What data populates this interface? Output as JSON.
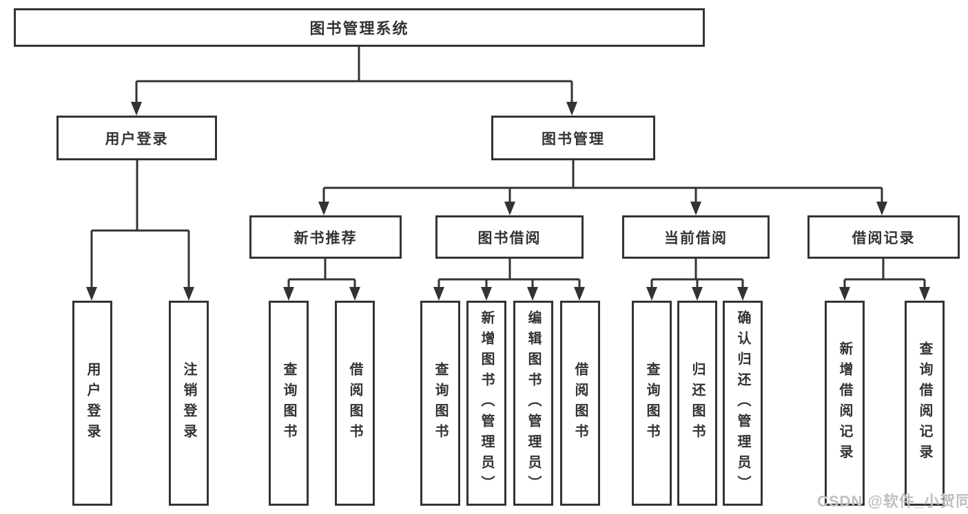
{
  "tree": {
    "label": "图书管理系统",
    "children": [
      {
        "label": "用户登录",
        "children": [
          {
            "label": "用户登录"
          },
          {
            "label": "注销登录"
          }
        ]
      },
      {
        "label": "图书管理",
        "children": [
          {
            "label": "新书推荐",
            "children": [
              {
                "label": "查询图书"
              },
              {
                "label": "借阅图书"
              }
            ]
          },
          {
            "label": "图书借阅",
            "children": [
              {
                "label": "查询图书"
              },
              {
                "label": "新增图书（管理员）"
              },
              {
                "label": "编辑图书（管理员）"
              },
              {
                "label": "借阅图书"
              }
            ]
          },
          {
            "label": "当前借阅",
            "children": [
              {
                "label": "查询图书"
              },
              {
                "label": "归还图书"
              },
              {
                "label": "确认归还（管理员）"
              }
            ]
          },
          {
            "label": "借阅记录",
            "children": [
              {
                "label": "新增借阅记录"
              },
              {
                "label": "查询借阅记录"
              }
            ]
          }
        ]
      }
    ]
  },
  "watermark": {
    "text": "CSDN @软件_小贺同学"
  },
  "colors": {
    "line": "#333333",
    "text": "#333333",
    "box_background": "#ffffff",
    "watermark": "#bfbfbf",
    "background": "#ffffff"
  }
}
